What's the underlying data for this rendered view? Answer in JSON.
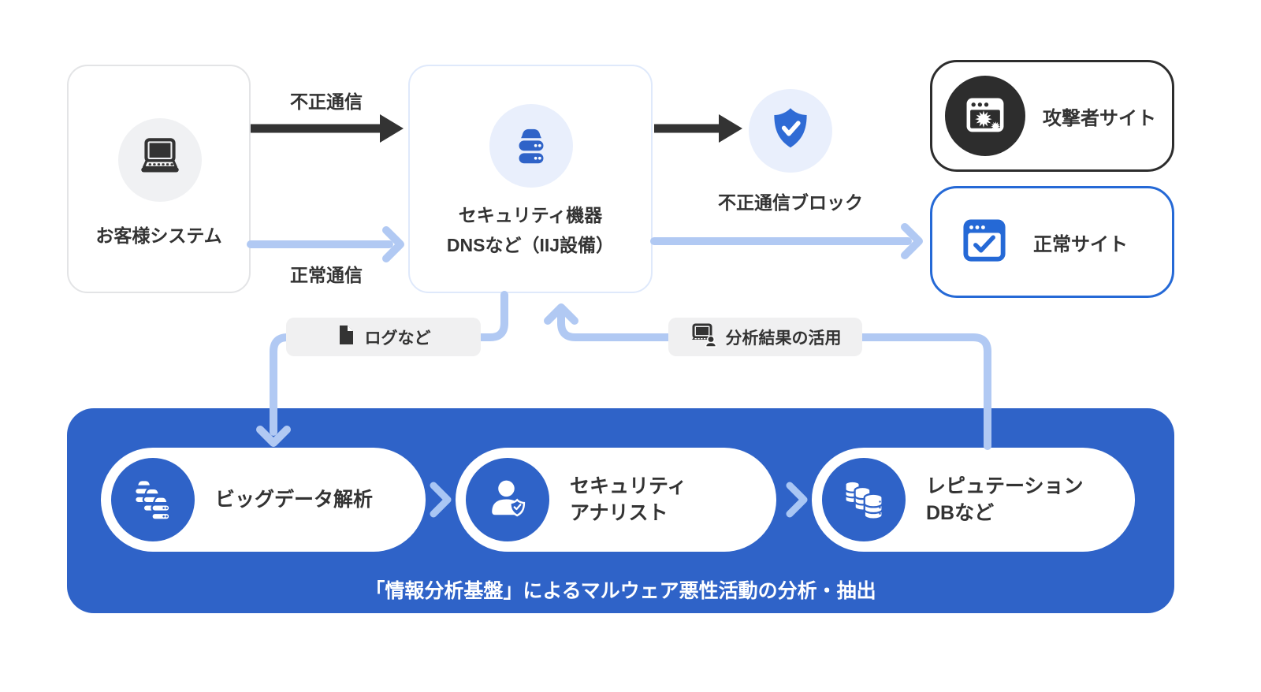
{
  "diagram": {
    "title": "IIJ security service flow diagram",
    "nodes": {
      "customer": {
        "label": "お客様システム",
        "icon": "laptop-icon"
      },
      "security_equipment": {
        "line1": "セキュリティ機器",
        "line2": "DNSなど（IIJ設備）",
        "icon": "server-icon"
      },
      "block": {
        "label": "不正通信ブロック",
        "icon": "shield-check-icon"
      },
      "attacker_site": {
        "label": "攻撃者サイト",
        "icon": "malware-browser-icon"
      },
      "normal_site": {
        "label": "正常サイト",
        "icon": "checked-browser-icon"
      }
    },
    "edges": {
      "malicious_traffic": {
        "label": "不正通信"
      },
      "normal_traffic": {
        "label": "正常通信"
      },
      "logs": {
        "label": "ログなど",
        "icon": "document-icon"
      },
      "analysis_usage": {
        "label": "分析結果の活用",
        "icon": "laptop-person-icon"
      }
    },
    "platform": {
      "items": [
        {
          "label": "ビッグデータ解析",
          "icon": "big-data-servers-icon"
        },
        {
          "line1": "セキュリティ",
          "line2": "アナリスト",
          "icon": "security-analyst-icon"
        },
        {
          "line1": "レピュテーション",
          "line2": "DBなど",
          "icon": "reputation-db-icon"
        }
      ],
      "caption": "「情報分析基盤」によるマルウェア悪性活動の分析・抽出"
    },
    "colors": {
      "primary_blue": "#2f63c8",
      "bright_blue": "#2569d6",
      "light_blue_arrow": "#b1c9f3",
      "light_blue_circle": "#e9effc",
      "dark": "#2d2d2d",
      "text": "#333333",
      "chip_gray": "#f0f0f1",
      "circle_gray": "#f0f1f3"
    }
  }
}
